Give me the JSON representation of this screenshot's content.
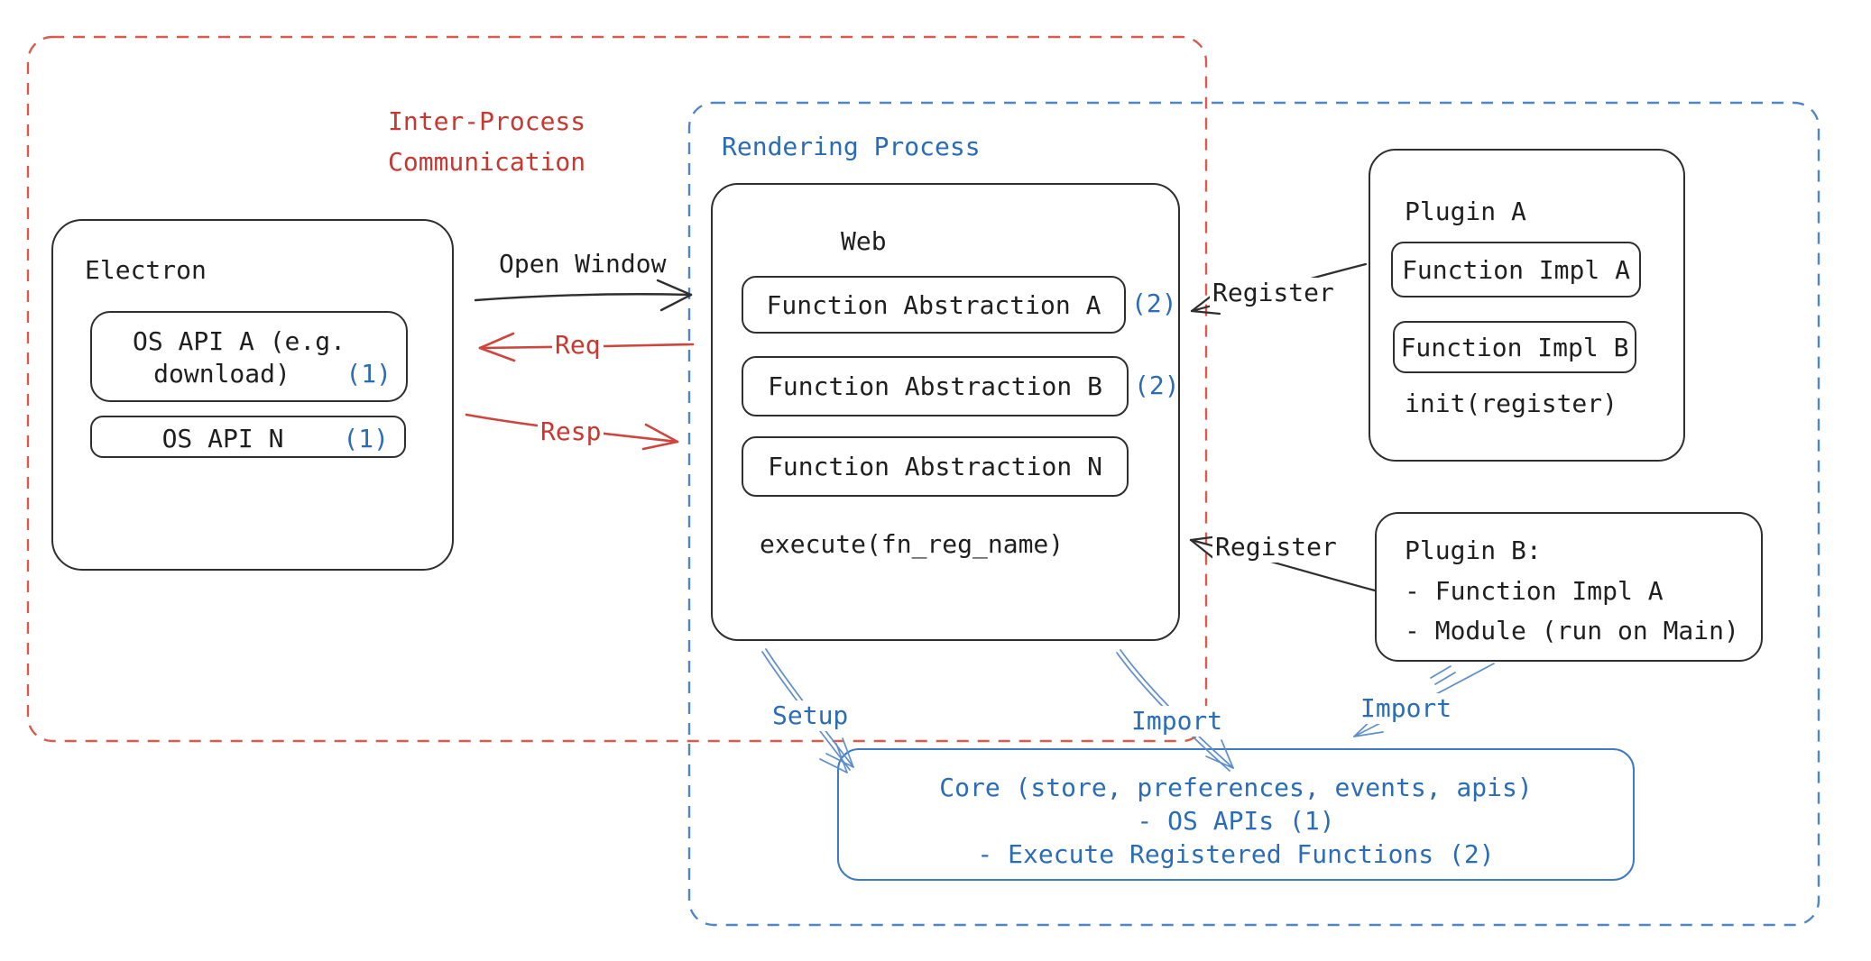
{
  "colors": {
    "ink": "#2f2f2f",
    "red_text": "#c63830",
    "red_dashed": "#da5a4d",
    "red_arrow": "#cf453e",
    "blue_text": "#2a6cb7",
    "blue_dashed": "#4e87c9",
    "blue_arrow": "#5e8ecd",
    "core_border": "#3f7ac5"
  },
  "ipc_region": {
    "title_line1": "Inter-Process",
    "title_line2": "Communication"
  },
  "rendering_region": {
    "title": "Rendering Process"
  },
  "electron": {
    "title": "Electron",
    "api_a_line1": "OS API A (e.g.",
    "api_a_line2": "download)",
    "api_a_badge": "(1)",
    "api_n_label": "OS API N",
    "api_n_badge": "(1)"
  },
  "web": {
    "title": "Web",
    "abstractions": [
      {
        "label": "Function Abstraction A",
        "badge": "(2)"
      },
      {
        "label": "Function Abstraction B",
        "badge": "(2)"
      },
      {
        "label": "Function Abstraction N",
        "badge": ""
      }
    ],
    "execute_label": "execute(fn_reg_name)"
  },
  "plugin_a": {
    "title": "Plugin A",
    "impl_a": "Function Impl A",
    "impl_b": "Function Impl B",
    "init_label": "init(register)"
  },
  "plugin_b": {
    "title": "Plugin B:",
    "item1": "- Function Impl A",
    "item2": "- Module (run on Main)"
  },
  "core": {
    "line1": "Core (store, preferences, events, apis)",
    "line2": "- OS APIs (1)",
    "line3": "- Execute Registered Functions (2)"
  },
  "arrows": {
    "open_window": "Open Window",
    "req": "Req",
    "resp": "Resp",
    "register_top": "Register",
    "register_bottom": "Register",
    "setup": "Setup",
    "import_web": "Import",
    "import_plugin": "Import"
  }
}
